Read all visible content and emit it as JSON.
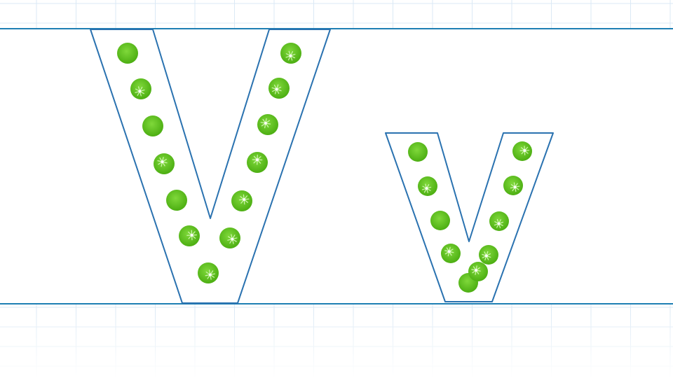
{
  "colors": {
    "background": "#ffffff",
    "grid": "#dbe9f5",
    "rule_line": "#1e7fb4",
    "letter_outline": "#2a72b0",
    "dot_fill": "#58c01a",
    "dot_sparkle": "#e6ffd0"
  },
  "letters": [
    {
      "name": "uppercase-v",
      "char": "V",
      "dot_count": 13
    },
    {
      "name": "lowercase-v",
      "char": "v",
      "dot_count": 10
    }
  ]
}
